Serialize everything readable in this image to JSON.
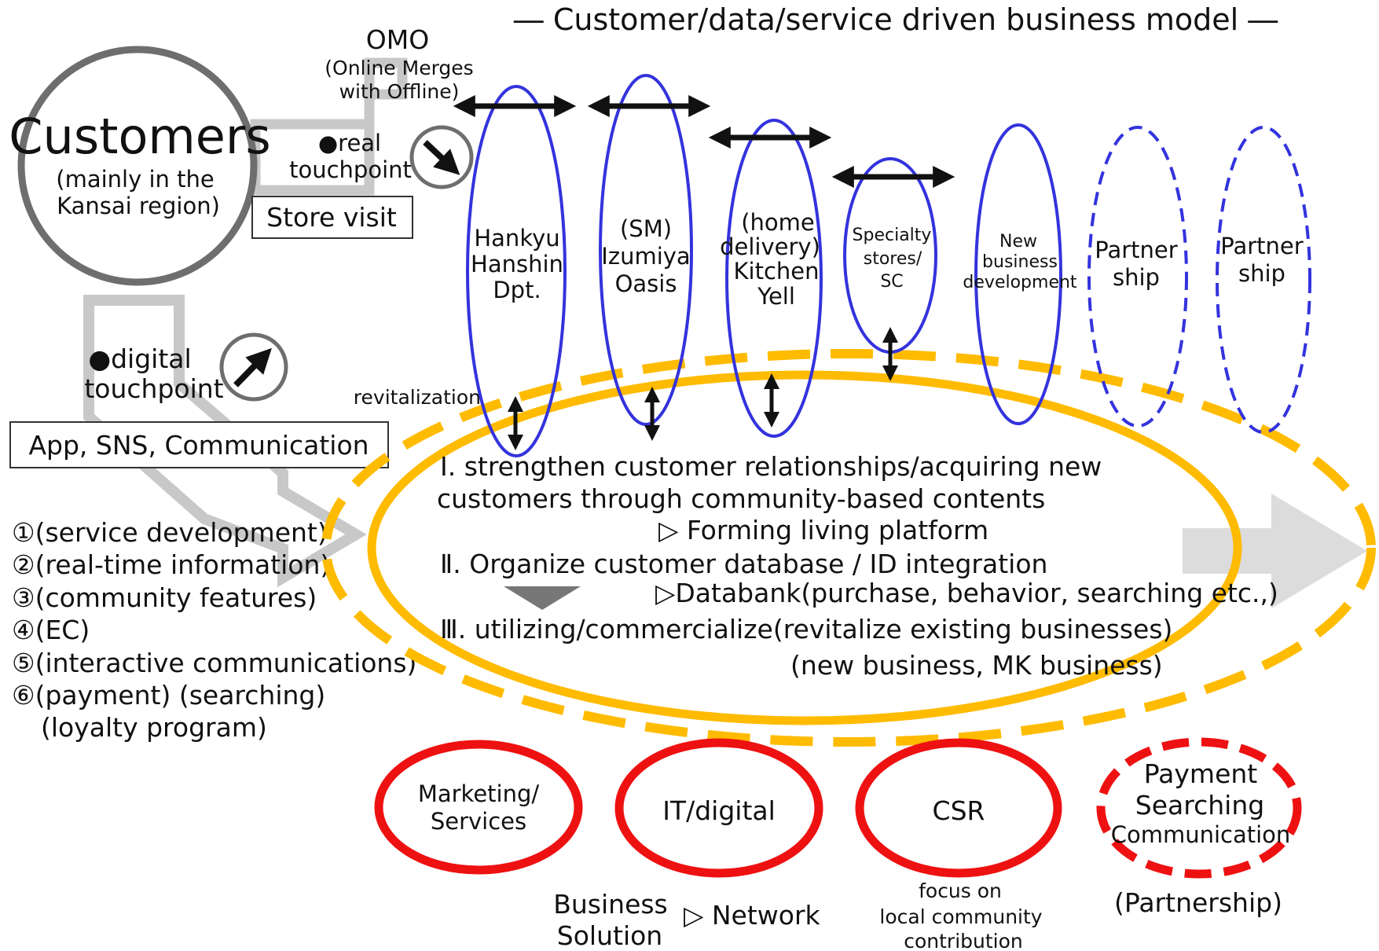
{
  "title": "― Customer/data/service driven business model ―",
  "customers": {
    "title": "Customers",
    "subtitle_line1": "(mainly in the",
    "subtitle_line2": "Kansai region)"
  },
  "omo": {
    "label": "OMO",
    "sub_line1": "(Online Merges",
    "sub_line2": "with Offline)"
  },
  "real_touchpoint": {
    "line1": "●real",
    "line2": "touchpoint",
    "box_label": "Store visit"
  },
  "digital_touchpoint": {
    "line1": "●digital",
    "line2": "touchpoint",
    "box_label": "App, SNS, Communication"
  },
  "revitalization_label": "revitalization",
  "services_list": [
    "①(service development)",
    "②(real-time information)",
    "③(community features)",
    "④(EC)",
    "⑤(interactive communications)",
    "⑥(payment) (searching)",
    "(loyalty program)"
  ],
  "businesses": [
    {
      "lines": [
        "Hankyu",
        "Hanshin",
        "Dpt."
      ],
      "style": "solid"
    },
    {
      "lines": [
        "(SM)",
        "Izumiya",
        "Oasis"
      ],
      "style": "solid"
    },
    {
      "lines": [
        "(home",
        "delivery)",
        "Kitchen",
        "Yell"
      ],
      "style": "solid"
    },
    {
      "lines": [
        "Specialty",
        "stores/",
        "SC"
      ],
      "style": "solid"
    },
    {
      "lines": [
        "New",
        "business",
        "development"
      ],
      "style": "solid"
    },
    {
      "lines": [
        "Partner",
        "ship"
      ],
      "style": "dashed"
    },
    {
      "lines": [
        "Partner",
        "ship"
      ],
      "style": "dashed"
    }
  ],
  "platform": {
    "line1": "Ⅰ. strengthen customer relationships/acquiring new",
    "line2": "customers through community-based contents",
    "line3": "▷ Forming living platform",
    "line4": "Ⅱ. Organize customer database / ID integration",
    "line5": "▷Databank(purchase, behavior, searching etc.,)",
    "line6": "Ⅲ. utilizing/commercialize(revitalize existing businesses)",
    "line7": "(new business, MK business)"
  },
  "functions": [
    {
      "lines": [
        "Marketing/",
        "Services"
      ],
      "style": "solid"
    },
    {
      "lines": [
        "IT/digital"
      ],
      "style": "solid"
    },
    {
      "lines": [
        "CSR"
      ],
      "style": "solid"
    },
    {
      "lines": [
        "Payment",
        "Searching",
        "Communication"
      ],
      "style": "dashed"
    }
  ],
  "bottom": {
    "business_line1": "Business",
    "business_line2": "Solution",
    "network": "▷ Network",
    "csr_line1": "focus on",
    "csr_line2": "local community",
    "csr_line3": "contribution",
    "partnership": "(Partnership)"
  },
  "colors": {
    "blue": "#3333dd",
    "red": "#ee1111",
    "orange": "#ffbb00",
    "gray_arrow": "#c8c8c8",
    "dark_gray": "#6e6e6e",
    "black": "#111111"
  }
}
